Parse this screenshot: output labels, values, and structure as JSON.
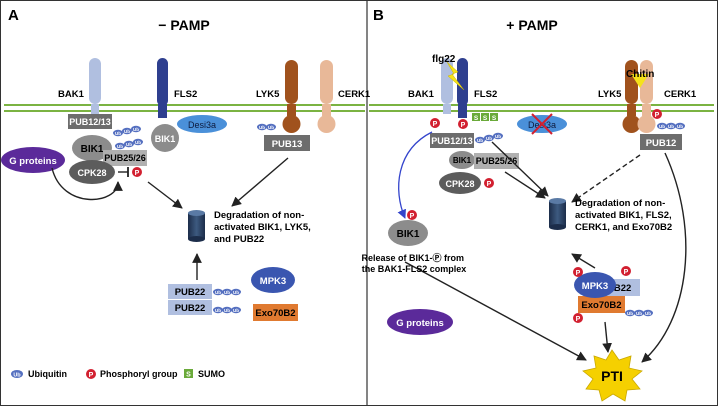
{
  "panel_a": {
    "letter": "A",
    "title": "− PAMP",
    "receptors": {
      "bak1": "BAK1",
      "fls2": "FLS2",
      "lyk5": "LYK5",
      "cerk1": "CERK1"
    },
    "proteins": {
      "pub1213": "PUB12/13",
      "bik1": "BIK1",
      "pub2526": "PUB25/26",
      "cpk28": "CPK28",
      "desi3a": "Desi3a",
      "pub13": "PUB13",
      "g_proteins": "G proteins",
      "pub22_top": "PUB22",
      "pub22_bottom": "PUB22",
      "mpk3": "MPK3",
      "exo70b2": "Exo70B2"
    },
    "degradation": [
      "Degradation of non-",
      "activated  BIK1, LYK5,",
      "and PUB22"
    ]
  },
  "panel_b": {
    "letter": "B",
    "title": "+ PAMP",
    "receptors": {
      "bak1": "BAK1",
      "fls2": "FLS2",
      "lyk5": "LYK5",
      "cerk1": "CERK1"
    },
    "ligands": {
      "flg22": "flg22",
      "chitin": "Chitin"
    },
    "proteins": {
      "pub1213": "PUB12/13",
      "bik1_small": "BIK1",
      "pub2526": "PUB25/26",
      "cpk28": "CPK28",
      "desi3a": "Desi3a",
      "pub12": "PUB12",
      "bik1_released": "BIK1",
      "g_proteins": "G proteins",
      "mpk3": "MPK3",
      "pub22": "PUB22",
      "exo70b2": "Exo70B2",
      "pti": "PTI"
    },
    "release": [
      "Release of BIK1-Ⓟ from",
      "the BAK1-FLS2 complex"
    ],
    "degradation": [
      "Degradation of non-",
      "activated BIK1, FLS2,",
      "CERK1, and Exo70B2"
    ]
  },
  "symbols": {
    "ub": "Ub",
    "p": "P",
    "s": "S"
  },
  "legend": {
    "ubiquitin": "Ubiquitin",
    "phosphoryl": "Phosphoryl group",
    "sumo": "SUMO"
  },
  "colors": {
    "membrane": "#7bb342",
    "bak1": "#b0bfe0",
    "fls2": "#2e3f8f",
    "lyk5": "#a0521d",
    "cerk1": "#e8b898",
    "desi3a": "#4a90d9",
    "g_proteins": "#5b2a9a",
    "mpk3": "#3a56b0",
    "exo70b2": "#e07a30",
    "pti": "#f5d000",
    "phospho": "#d22030",
    "sumo": "#6aaa3a",
    "ubiquitin": "#5570c0"
  }
}
